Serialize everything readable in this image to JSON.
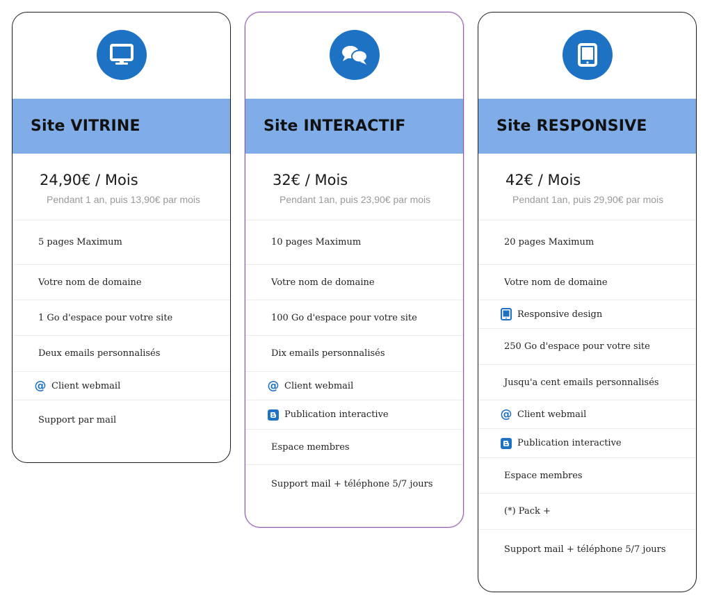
{
  "colors": {
    "accent": "#1e72c4",
    "banner": "#80ade8"
  },
  "plans": [
    {
      "icon": "monitor-icon",
      "title": "Site VITRINE",
      "price": "24,90€ / Mois",
      "note": "Pendant 1 an, puis 13,90€ par mois",
      "features": [
        {
          "label": "5 pages Maximum"
        },
        {
          "label": "Votre nom de domaine"
        },
        {
          "label": "1 Go d'espace pour votre site"
        },
        {
          "label": "Deux emails personnalisés"
        },
        {
          "label": "Client webmail",
          "icon": "at-icon"
        },
        {
          "label": "Support par mail"
        }
      ]
    },
    {
      "icon": "chat-bubbles-icon",
      "title": "Site INTERACTIF",
      "price": "32€ / Mois",
      "note": "Pendant 1an, puis 23,90€ par mois",
      "features": [
        {
          "label": "10 pages Maximum"
        },
        {
          "label": "Votre nom de domaine"
        },
        {
          "label": "100 Go d'espace pour votre site"
        },
        {
          "label": "Dix emails personnalisés"
        },
        {
          "label": "Client webmail",
          "icon": "at-icon"
        },
        {
          "label": "Publication interactive",
          "icon": "blogger-icon"
        },
        {
          "label": "Espace membres"
        },
        {
          "label": "Support mail + téléphone 5/7 jours"
        }
      ]
    },
    {
      "icon": "tablet-icon",
      "title": "Site RESPONSIVE",
      "price": "42€ / Mois",
      "note": "Pendant 1an, puis 29,90€ par mois",
      "features": [
        {
          "label": "20 pages Maximum"
        },
        {
          "label": "Votre nom de domaine"
        },
        {
          "label": "Responsive design",
          "icon": "tablet-icon"
        },
        {
          "label": "250 Go d'espace pour votre site"
        },
        {
          "label": "Jusqu'a cent emails personnalisés"
        },
        {
          "label": "Client webmail",
          "icon": "at-icon"
        },
        {
          "label": "Publication interactive",
          "icon": "blogger-icon"
        },
        {
          "label": "Espace membres"
        },
        {
          "label": "(*) Pack +"
        },
        {
          "label": "Support mail + téléphone 5/7 jours"
        }
      ]
    }
  ]
}
